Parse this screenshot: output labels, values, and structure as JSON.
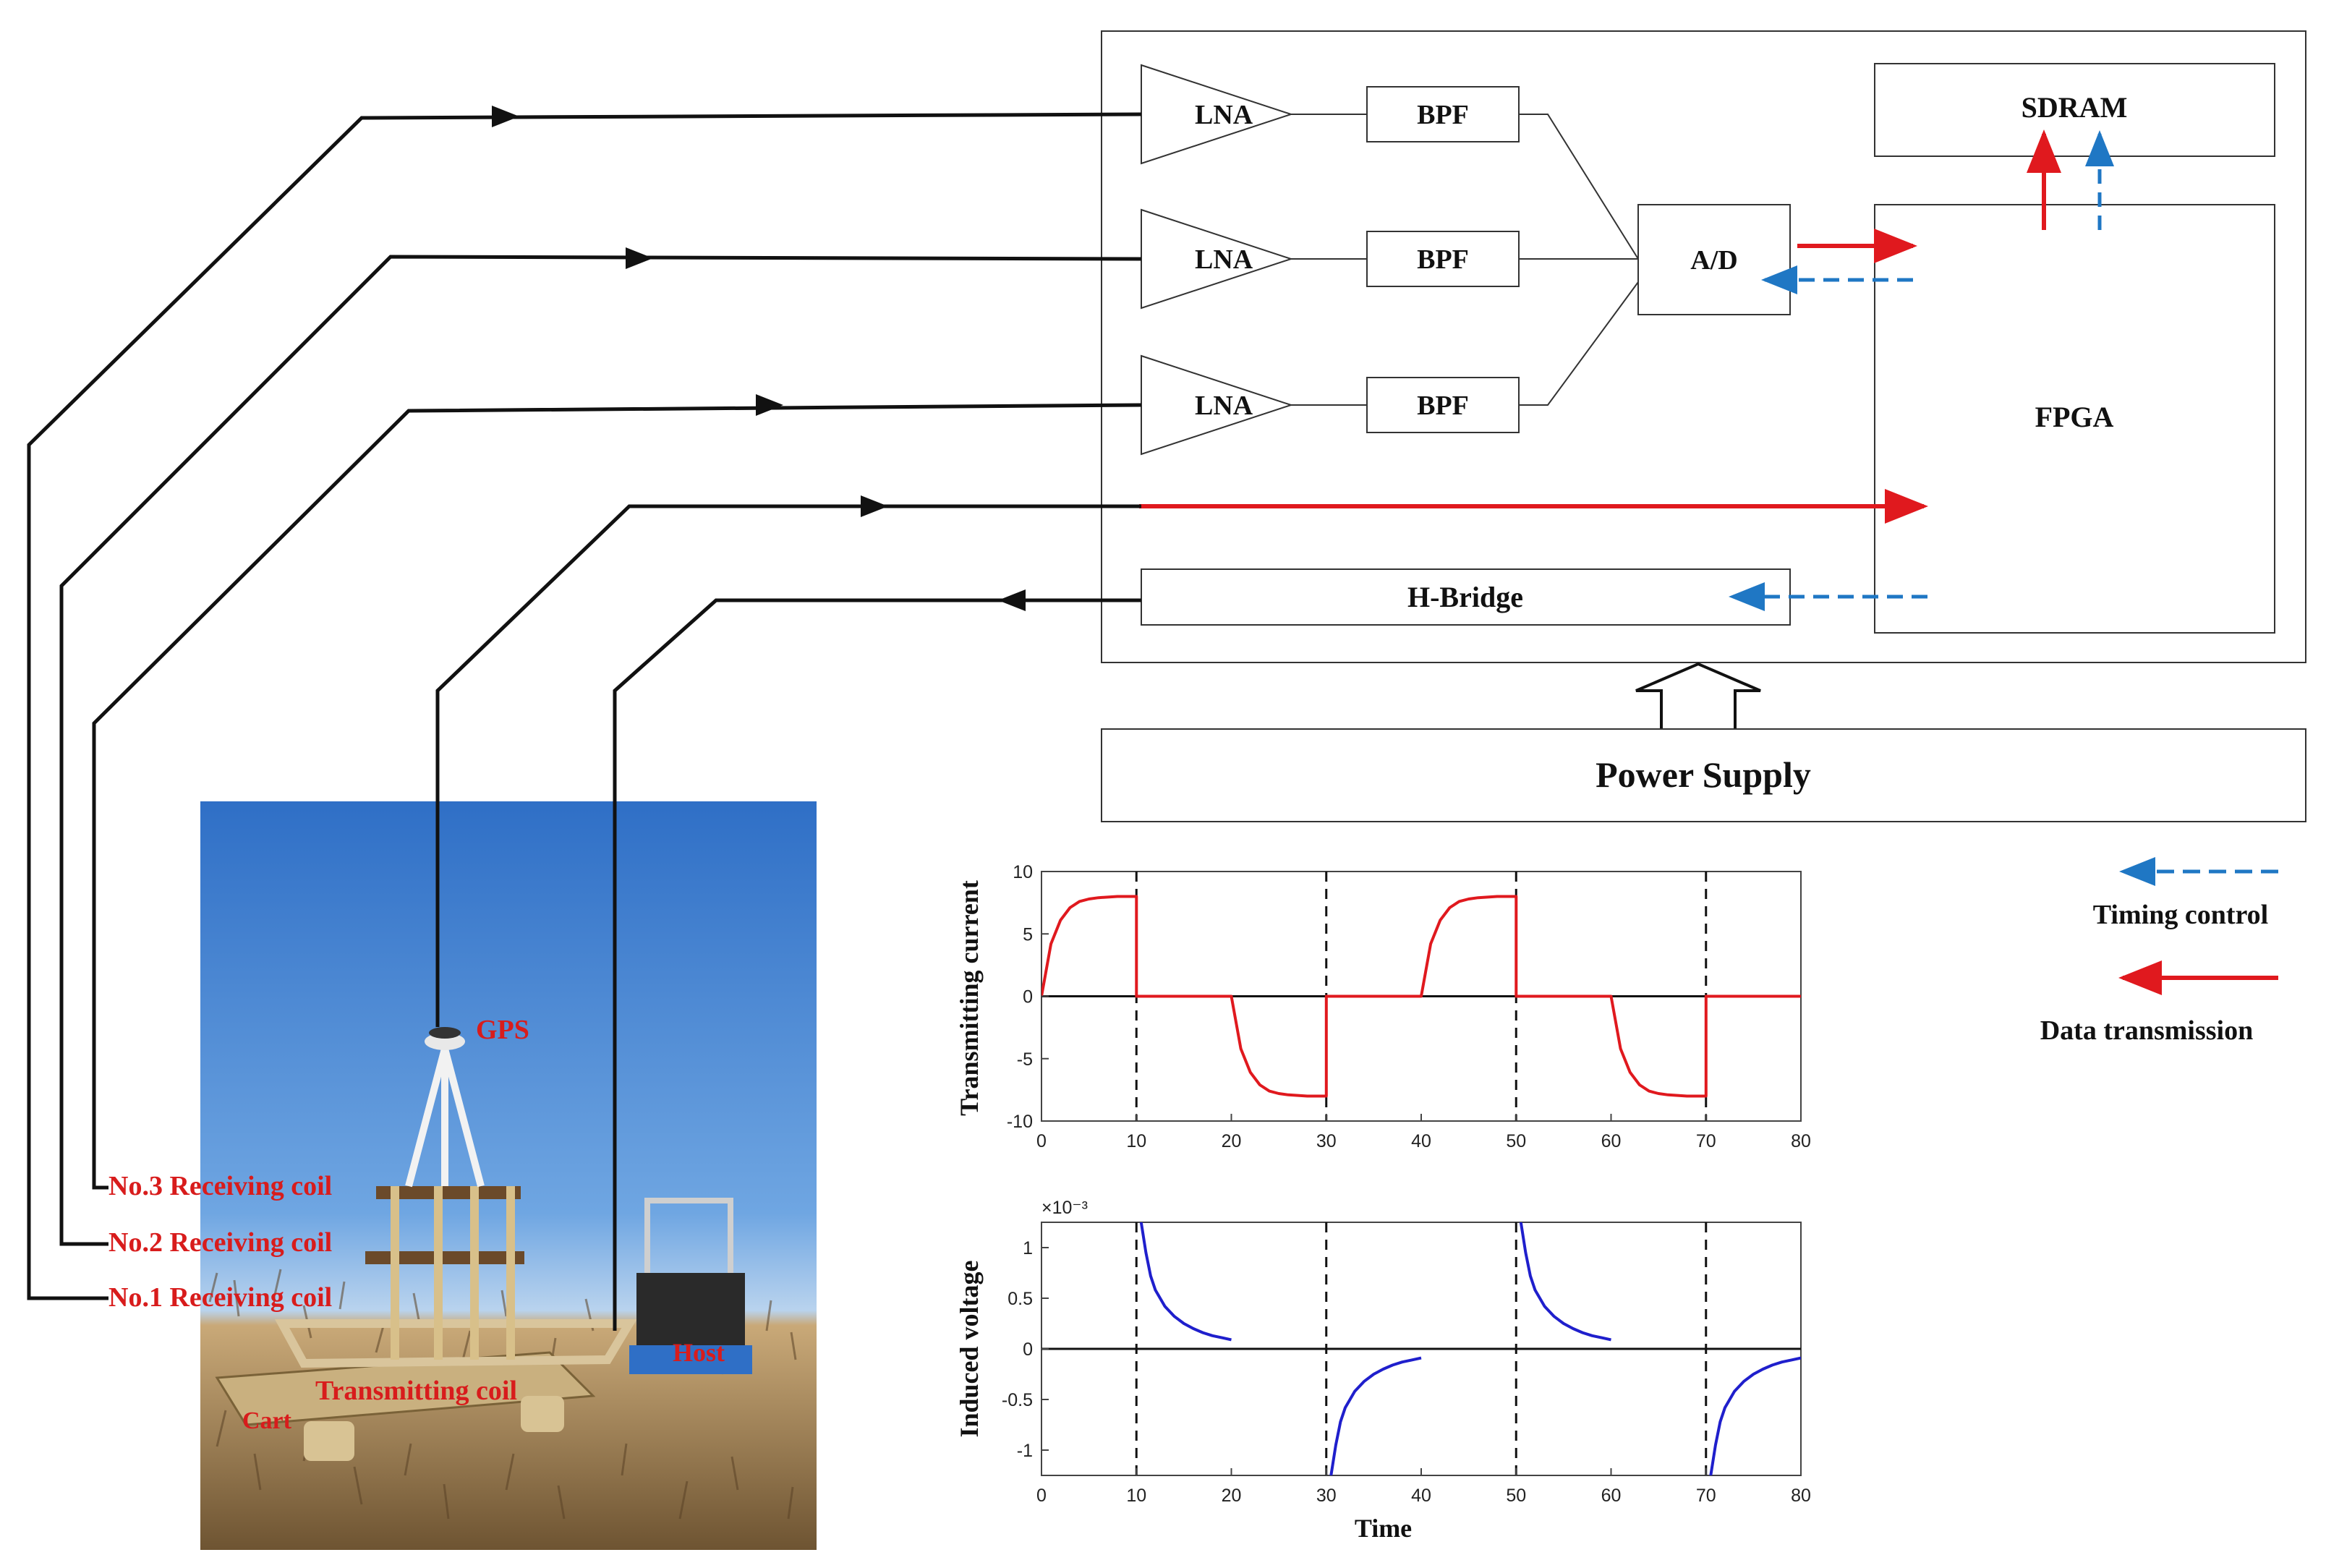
{
  "blocks": {
    "lna_1": "LNA",
    "lna_2": "LNA",
    "lna_3": "LNA",
    "bpf_1": "BPF",
    "bpf_2": "BPF",
    "bpf_3": "BPF",
    "ad": "A/D",
    "sdram": "SDRAM",
    "fpga": "FPGA",
    "hbridge": "H-Bridge",
    "power_supply": "Power Supply"
  },
  "legend": {
    "timing_control": "Timing control",
    "data_transmission": "Data transmission"
  },
  "photo_labels": {
    "gps": "GPS",
    "rx3": "No.3 Receiving coil",
    "rx2": "No.2 Receiving coil",
    "rx1": "No.1 Receiving coil",
    "host": "Host",
    "tx": "Transmitting coil",
    "cart": "Cart"
  },
  "colors": {
    "data_transmission": "#e0191e",
    "timing_control": "#1f77c4",
    "current_curve": "#e0191e",
    "voltage_curve": "#1f1fcc",
    "sky": "#3f7fd0",
    "field": "#9a7a4a"
  },
  "chart_data": [
    {
      "type": "line",
      "xlabel": "",
      "ylabel": "Transmitting current",
      "xlim": [
        0,
        80
      ],
      "ylim": [
        -10,
        10
      ],
      "x_ticks": [
        0,
        10,
        20,
        30,
        40,
        50,
        60,
        70,
        80
      ],
      "y_ticks": [
        10,
        5,
        0,
        -5,
        -10
      ],
      "vlines": [
        10,
        30,
        50,
        70
      ],
      "series": [
        {
          "x": [
            0,
            1,
            2,
            3,
            4,
            5,
            6,
            8,
            10,
            10,
            20,
            21,
            22,
            23,
            24,
            25,
            26,
            28,
            30,
            30,
            40,
            41,
            42,
            43,
            44,
            45,
            46,
            48,
            50,
            50,
            60,
            61,
            62,
            63,
            64,
            65,
            66,
            68,
            70,
            70,
            80
          ],
          "y": [
            0,
            4.2,
            6.1,
            7.1,
            7.6,
            7.8,
            7.9,
            8.0,
            8.0,
            0,
            0,
            -4.2,
            -6.1,
            -7.1,
            -7.6,
            -7.8,
            -7.9,
            -8.0,
            -8.0,
            0,
            0,
            4.2,
            6.1,
            7.1,
            7.6,
            7.8,
            7.9,
            8.0,
            8.0,
            0,
            0,
            -4.2,
            -6.1,
            -7.1,
            -7.6,
            -7.8,
            -7.9,
            -8.0,
            -8.0,
            0,
            0
          ]
        }
      ]
    },
    {
      "type": "line",
      "xlabel": "Time",
      "ylabel": "Induced voltage",
      "y_exponent": "×10⁻³",
      "xlim": [
        0,
        80
      ],
      "ylim": [
        -1.25,
        1.25
      ],
      "x_ticks": [
        0,
        10,
        20,
        30,
        40,
        50,
        60,
        70,
        80
      ],
      "y_ticks": [
        1,
        0.5,
        0,
        -0.5,
        -1
      ],
      "y_tick_labels": [
        "1",
        "0.5",
        "0",
        "-0.5",
        "-1"
      ],
      "vlines": [
        10,
        30,
        50,
        70
      ],
      "series": [
        {
          "x": [
            10.5,
            11,
            11.5,
            12,
            13,
            14,
            15,
            16,
            17,
            18,
            19,
            20
          ],
          "y": [
            1.25,
            0.95,
            0.72,
            0.58,
            0.42,
            0.32,
            0.25,
            0.2,
            0.16,
            0.13,
            0.11,
            0.09
          ]
        },
        {
          "x": [
            30.5,
            31,
            31.5,
            32,
            33,
            34,
            35,
            36,
            37,
            38,
            39,
            40
          ],
          "y": [
            -1.25,
            -0.95,
            -0.72,
            -0.58,
            -0.42,
            -0.32,
            -0.25,
            -0.2,
            -0.16,
            -0.13,
            -0.11,
            -0.09
          ]
        },
        {
          "x": [
            50.5,
            51,
            51.5,
            52,
            53,
            54,
            55,
            56,
            57,
            58,
            59,
            60
          ],
          "y": [
            1.25,
            0.95,
            0.72,
            0.58,
            0.42,
            0.32,
            0.25,
            0.2,
            0.16,
            0.13,
            0.11,
            0.09
          ]
        },
        {
          "x": [
            70.5,
            71,
            71.5,
            72,
            73,
            74,
            75,
            76,
            77,
            78,
            79,
            80
          ],
          "y": [
            -1.25,
            -0.95,
            -0.72,
            -0.58,
            -0.42,
            -0.32,
            -0.25,
            -0.2,
            -0.16,
            -0.13,
            -0.11,
            -0.09
          ]
        }
      ]
    }
  ]
}
